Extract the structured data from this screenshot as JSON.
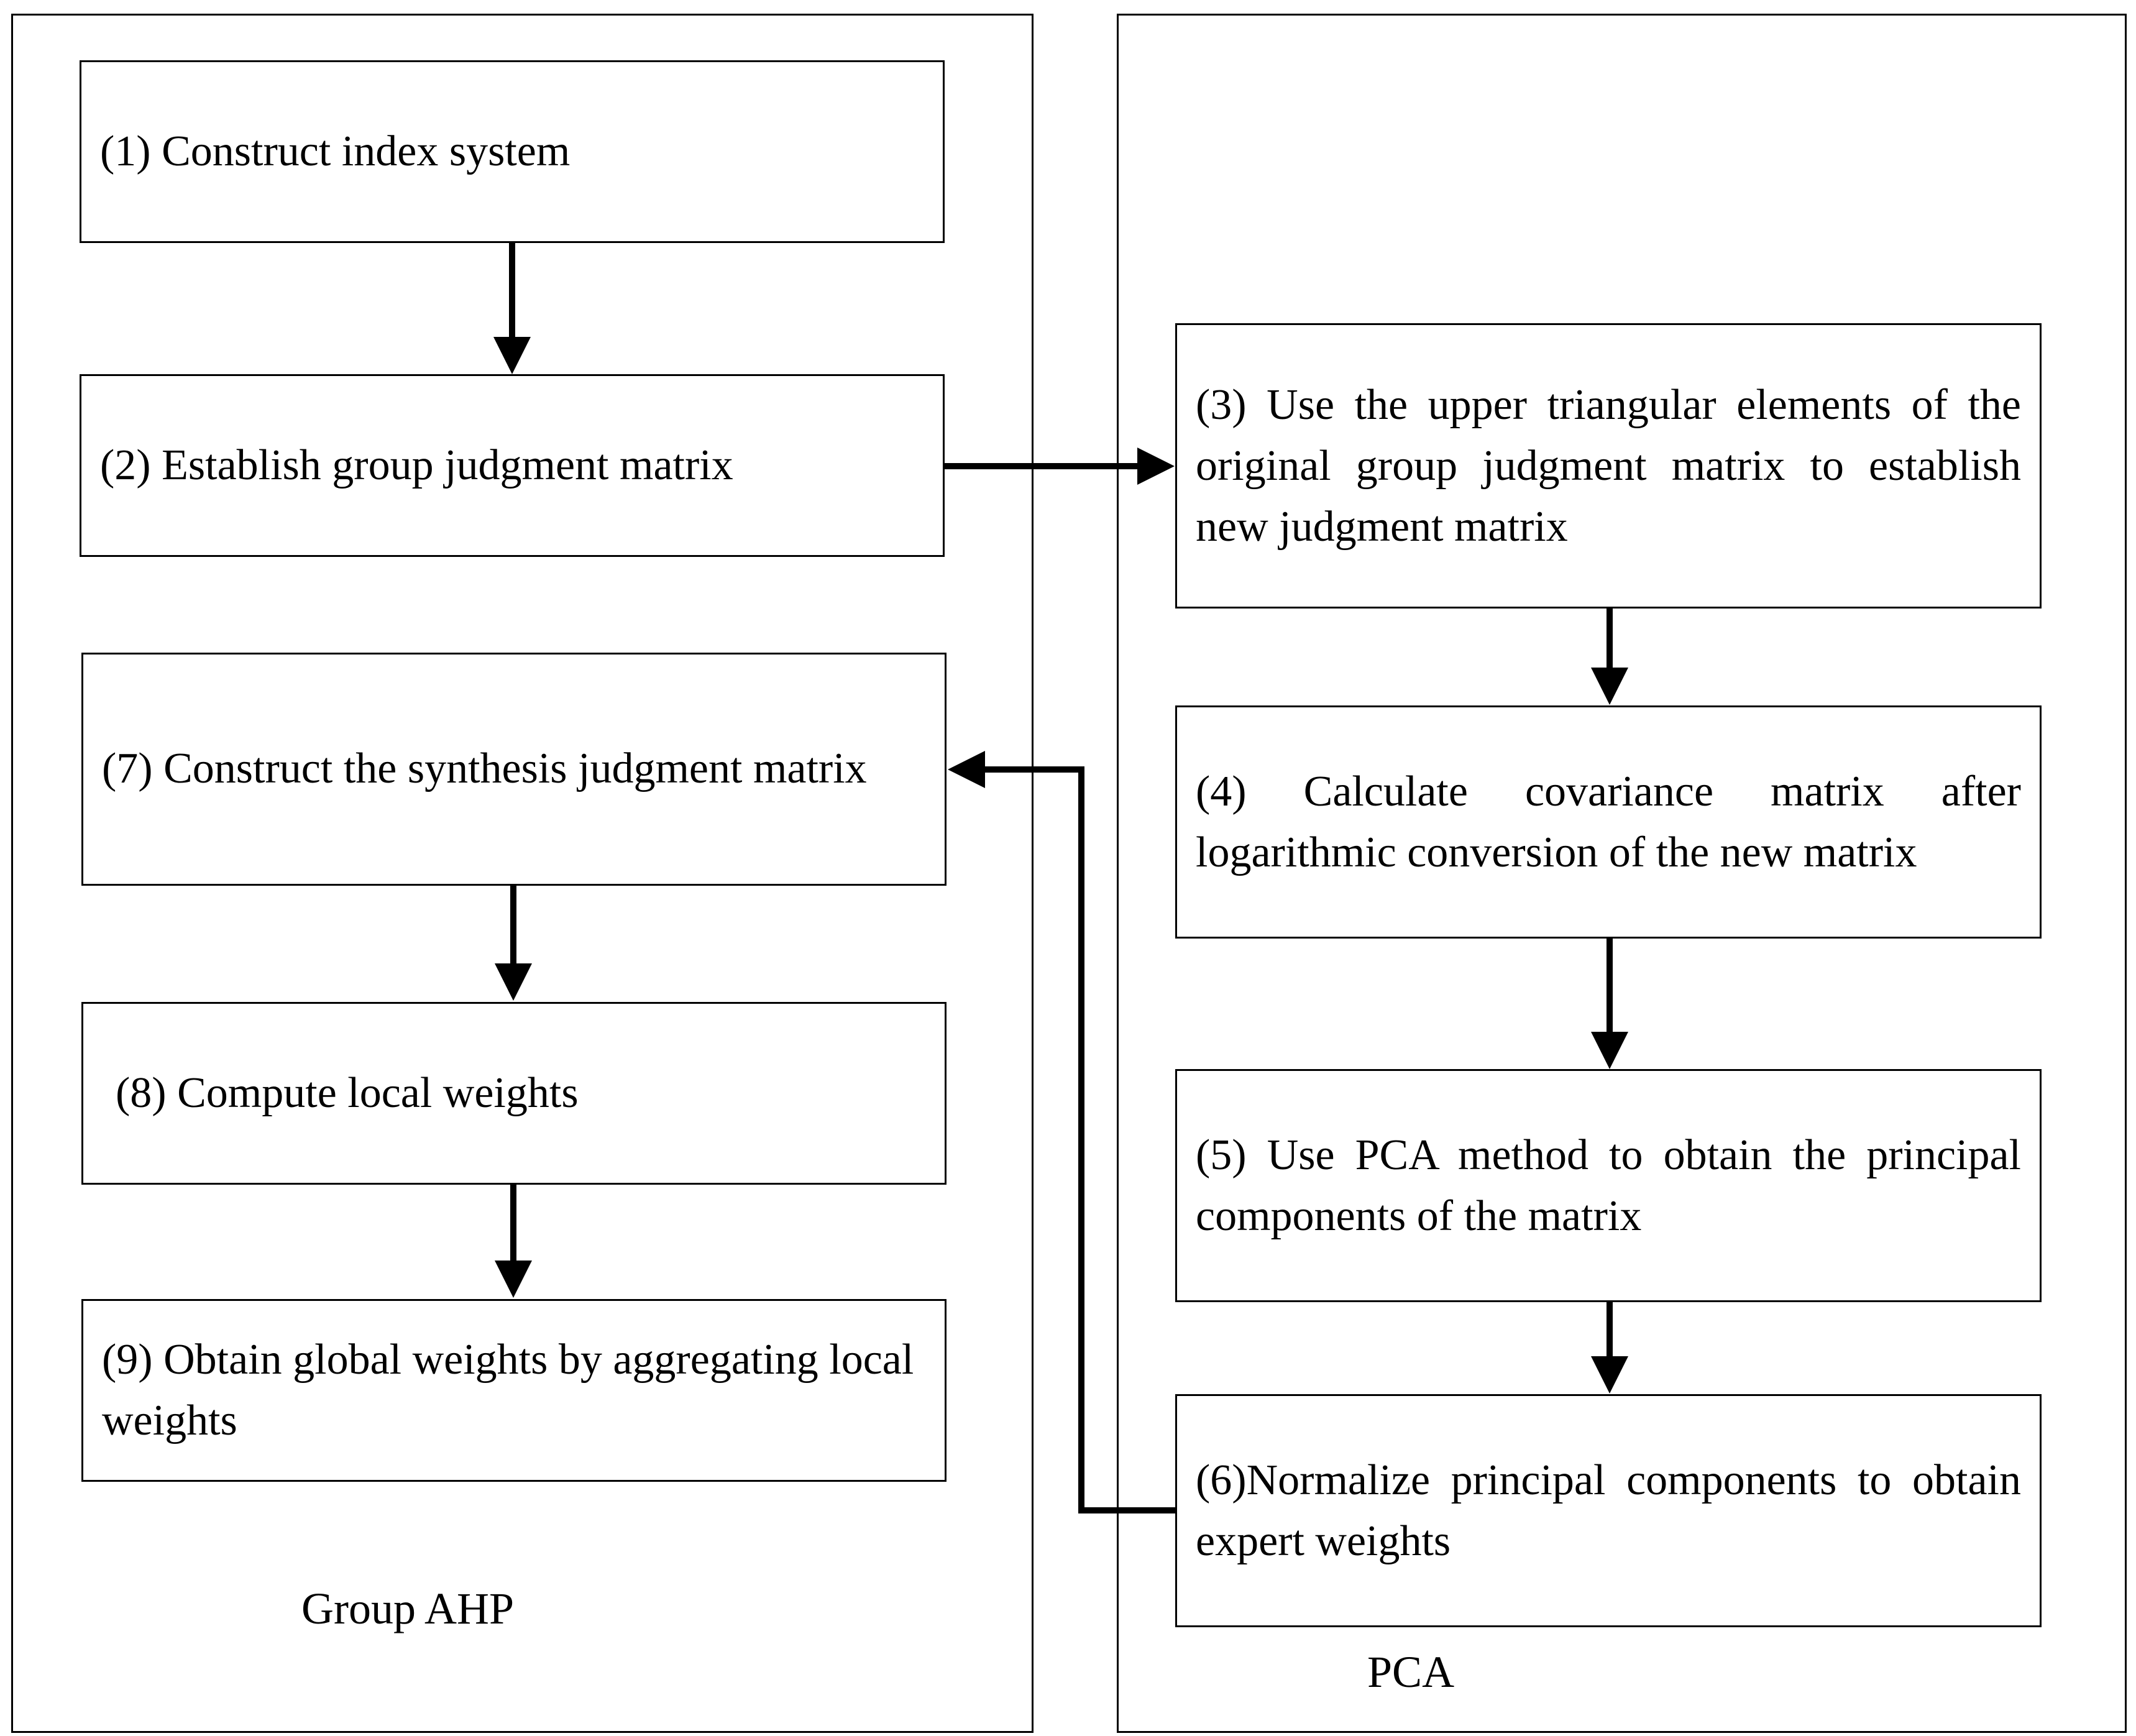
{
  "panels": {
    "group_ahp": {
      "label": "Group AHP"
    },
    "pca": {
      "label": "PCA"
    }
  },
  "steps": {
    "s1": "(1) Construct index system",
    "s2": "(2) Establish group judgment matrix",
    "s3": "(3) Use the upper triangular elements of the original group judgment matrix to establish new judgment matrix",
    "s4": "(4) Calculate  covariance matrix after logarithmic conversion of the new matrix",
    "s5": "(5) Use PCA method to obtain the principal components of the matrix",
    "s6": "(6)Normalize principal components to obtain expert weights",
    "s7": "(7) Construct the synthesis judgment matrix",
    "s8": "(8) Compute local weights",
    "s9": "(9) Obtain global weights by aggregating local weights"
  },
  "colors": {
    "line": "#000000",
    "background": "#ffffff"
  }
}
